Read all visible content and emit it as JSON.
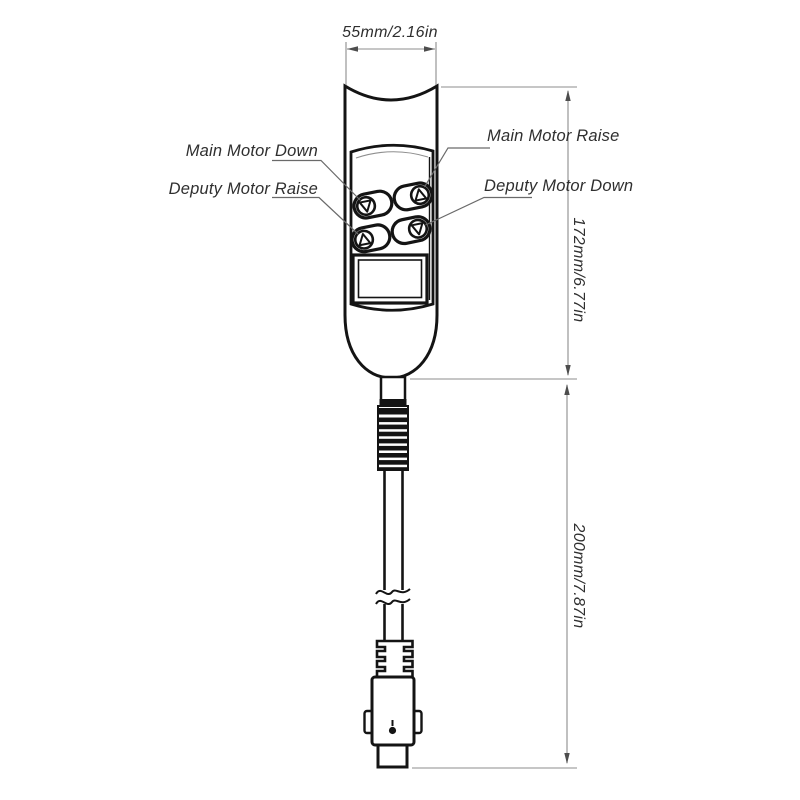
{
  "diagram_title": "corded-handset-remote-dimension-drawing",
  "dimensions": {
    "width": "55mm/2.16in",
    "body_length": "172mm/6.77in",
    "cable_length": "200mm/7.87in"
  },
  "labels": {
    "main_down": "Main Motor Down",
    "main_raise": "Main Motor Raise",
    "deputy_raise": "Deputy Motor Raise",
    "deputy_down": "Deputy Motor Down"
  },
  "icons": {
    "main_down_button": "triangle-down",
    "main_raise_button": "triangle-up",
    "deputy_raise_button": "triangle-up",
    "deputy_down_button": "triangle-down"
  },
  "colors": {
    "background": "#ffffff",
    "device_outline": "#141414",
    "dimension_line": "#8d8d8d",
    "leader_line": "#6a6a6a",
    "arrowhead": "#4d4d4d",
    "text": "#2f2f2f"
  }
}
